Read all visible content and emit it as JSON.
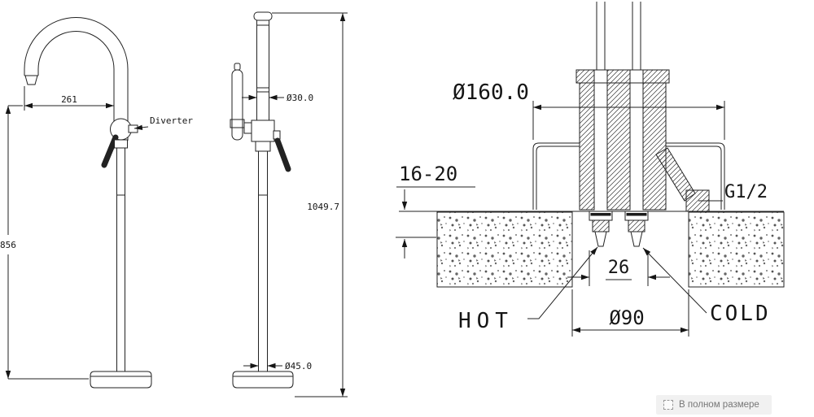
{
  "front_view": {
    "spout_reach": "261",
    "spout_height": "856",
    "diverter_label": "Diverter"
  },
  "side_view": {
    "pipe_diameter": "Ø30.0",
    "total_height": "1049.7",
    "base_pipe_diameter": "Ø45.0"
  },
  "installation_view": {
    "escutcheon_diameter": "Ø160.0",
    "deck_thickness_range": "16-20",
    "thread_size": "G1/2",
    "inlet_spacing": "26",
    "hole_diameter": "Ø90",
    "hot_label": "HOT",
    "cold_label": "COLD"
  },
  "viewer": {
    "fullsize_button": "В полном размере"
  },
  "colors": {
    "line": "#222222",
    "button_bg": "#f1f1f1"
  }
}
